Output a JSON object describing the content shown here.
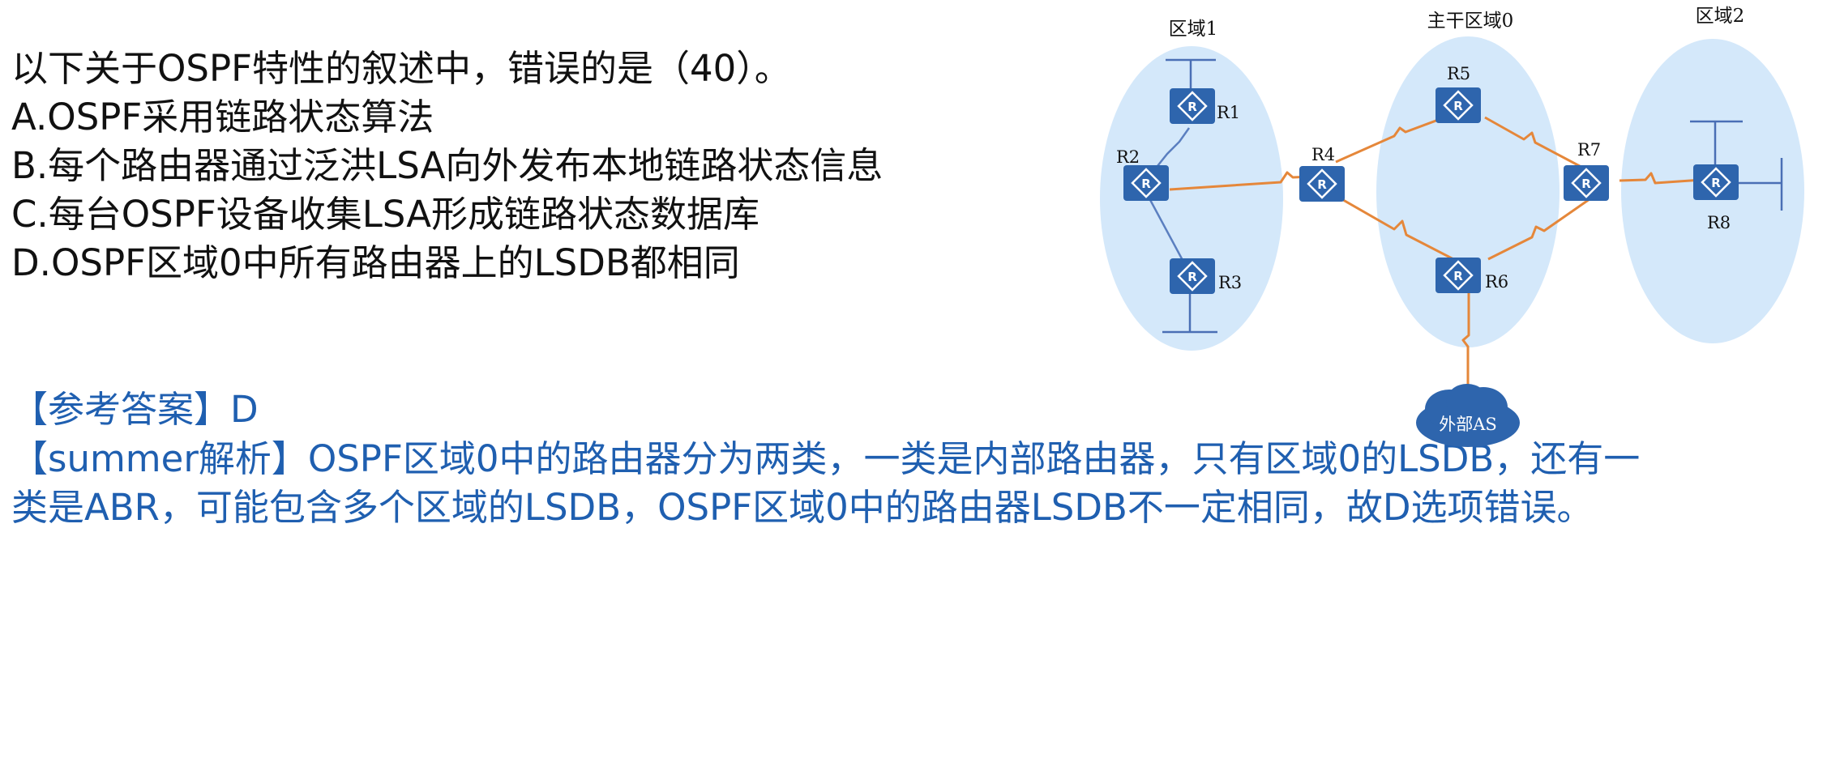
{
  "question": {
    "stem": "以下关于OSPF特性的叙述中，错误的是（40）。",
    "options": [
      "A.OSPF采用链路状态算法",
      "B.每个路由器通过泛洪LSA向外发布本地链路状态信息",
      "C.每台OSPF设备收集LSA形成链路状态数据库",
      "D.OSPF区域0中所有路由器上的LSDB都相同"
    ]
  },
  "answer": {
    "reference": "【参考答案】D",
    "analysis_line1": "【summer解析】OSPF区域0中的路由器分为两类，一类是内部路由器，只有区域0的LSDB，还有一",
    "analysis_line2": "类是ABR，可能包含多个区域的LSDB，OSPF区域0中的路由器LSDB不一定相同，故D选项错误。"
  },
  "diagram": {
    "zones": [
      "区域1",
      "主干区域0",
      "区域2"
    ],
    "routers": [
      "R1",
      "R2",
      "R3",
      "R4",
      "R5",
      "R6",
      "R7",
      "R8"
    ],
    "router_icon": "router-icon",
    "external": "外部AS",
    "colors": {
      "zone_fill": "#d4e8fa",
      "router_fill": "#2e65ad",
      "link": "#e5873a",
      "internal_link": "#5b7fc0",
      "stub": "#4a6fb5",
      "answer_text": "#1f5fb0"
    }
  }
}
